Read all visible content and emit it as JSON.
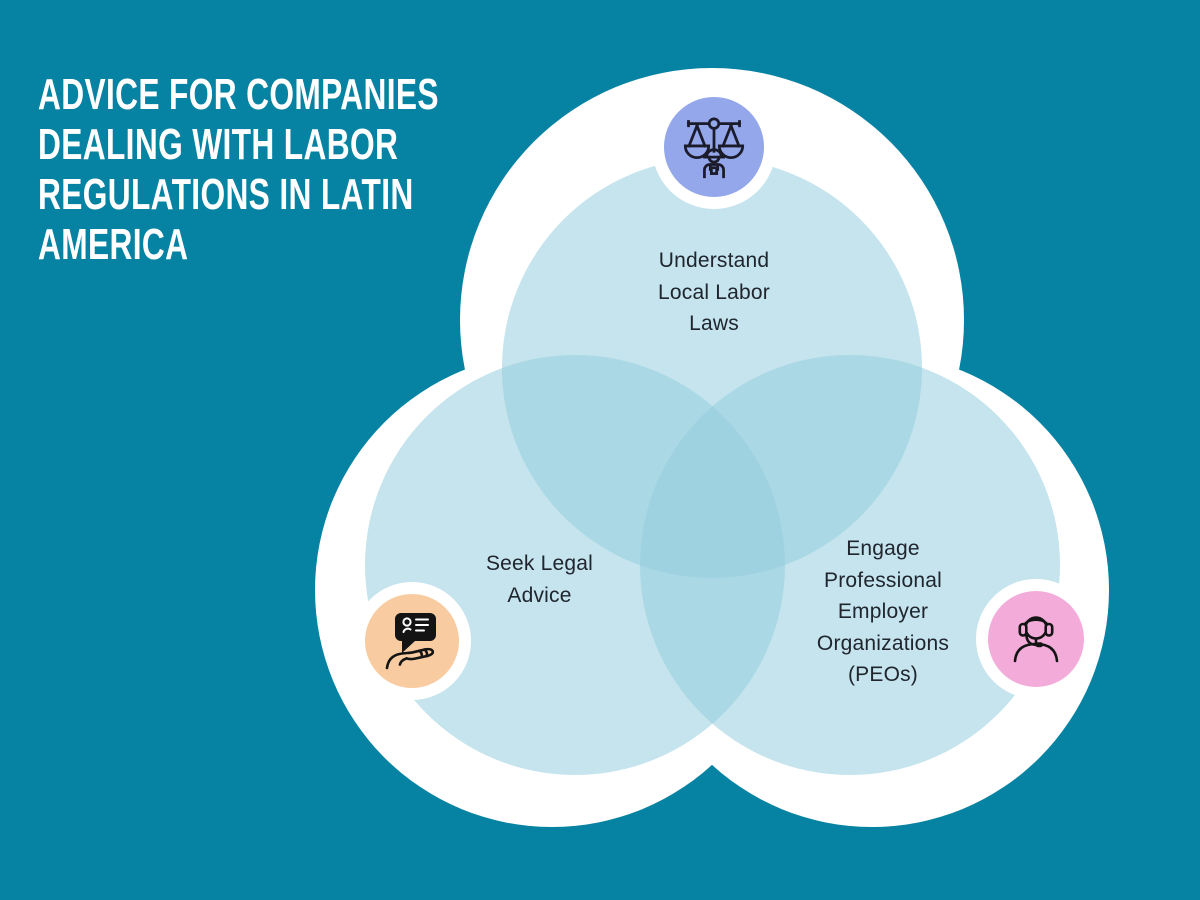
{
  "title": {
    "lines": [
      "ADVICE FOR COMPANIES",
      "DEALING WITH LABOR",
      "REGULATIONS IN LATIN",
      "AMERICA"
    ]
  },
  "colors": {
    "background": "#0683A2",
    "blob_white": "#FFFFFF",
    "venn_fill": "#96CEDE",
    "title_text": "#FFFFFF",
    "label_text": "#20252E",
    "icon_stroke": "#1B1B2B",
    "badge_labor": "#93A7EA",
    "badge_legal": "#F8CCA0",
    "badge_peo": "#F3ABD9"
  },
  "venn": {
    "items": [
      {
        "label": "Understand Local Labor Laws",
        "icon": "balance-scale-worker-icon",
        "position": "top"
      },
      {
        "label": "Seek Legal Advice",
        "icon": "hand-speech-bubble-icon",
        "position": "bottom-left"
      },
      {
        "label": "Engage Professional Employer Organizations (PEOs)",
        "icon": "headset-agent-icon",
        "position": "bottom-right"
      }
    ]
  }
}
